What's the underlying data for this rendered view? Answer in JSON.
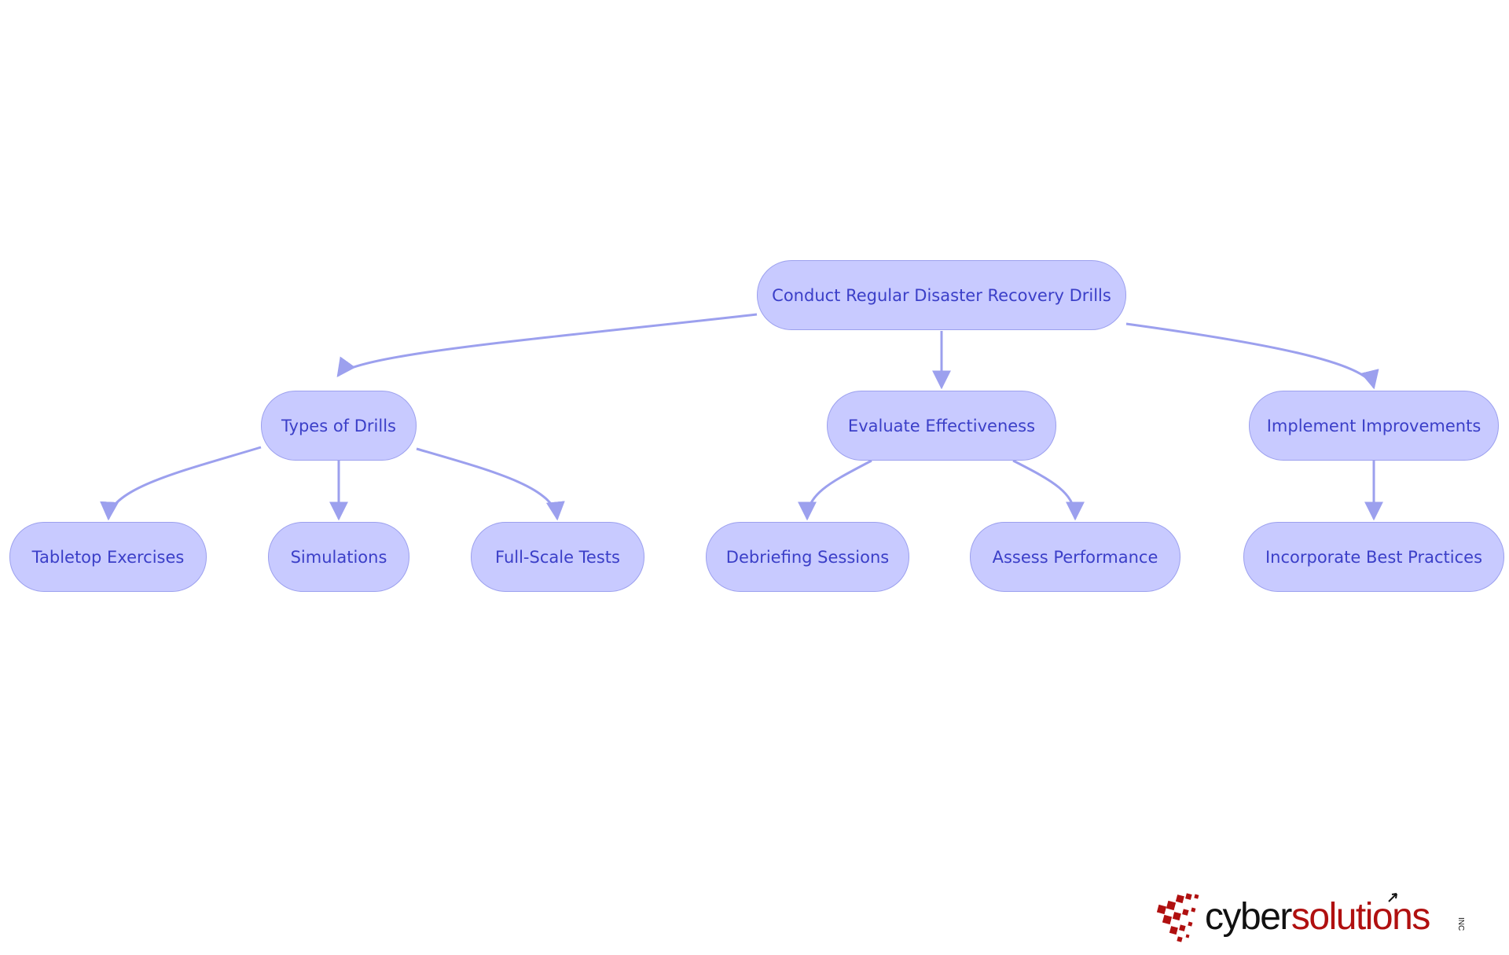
{
  "diagram": {
    "root": {
      "label": "Conduct Regular Disaster Recovery Drills"
    },
    "branches": [
      {
        "label": "Types of Drills",
        "children": [
          "Tabletop Exercises",
          "Simulations",
          "Full-Scale Tests"
        ]
      },
      {
        "label": "Evaluate Effectiveness",
        "children": [
          "Debriefing Sessions",
          "Assess Performance"
        ]
      },
      {
        "label": "Implement Improvements",
        "children": [
          "Incorporate Best Practices"
        ]
      }
    ]
  },
  "logo": {
    "word_dark": "cyber",
    "word_red": "solutions",
    "suffix": "INC"
  },
  "colors": {
    "node_fill": "#c8caff",
    "node_border": "#9ca0ee",
    "node_text": "#3b3fc8",
    "edge": "#9ca0ee",
    "logo_red": "#b01010",
    "logo_dark": "#111111"
  }
}
